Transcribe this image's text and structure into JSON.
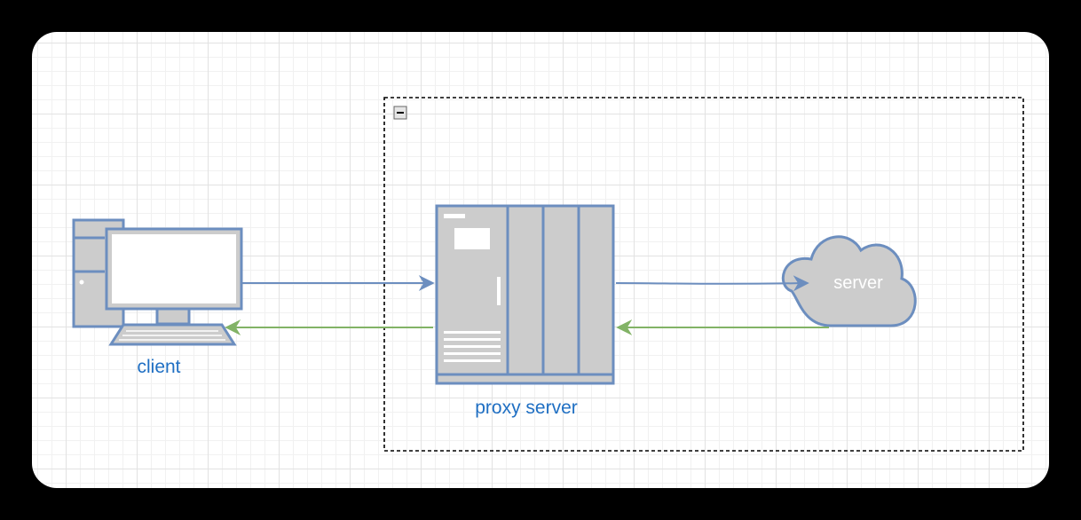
{
  "nodes": {
    "client": {
      "label": "client"
    },
    "proxy": {
      "label": "proxy server"
    },
    "cloud": {
      "label": "server"
    }
  },
  "group": {
    "collapse_symbol": "−"
  },
  "colors": {
    "stroke": "#6c8ebf",
    "fill": "#cccccc",
    "request_arrow": "#6c8ebf",
    "response_arrow": "#82b366",
    "label": "#1f6fc3"
  },
  "edges": [
    {
      "from": "client",
      "to": "proxy",
      "kind": "request"
    },
    {
      "from": "proxy",
      "to": "client",
      "kind": "response"
    },
    {
      "from": "proxy",
      "to": "server",
      "kind": "request"
    },
    {
      "from": "server",
      "to": "proxy",
      "kind": "response"
    }
  ]
}
